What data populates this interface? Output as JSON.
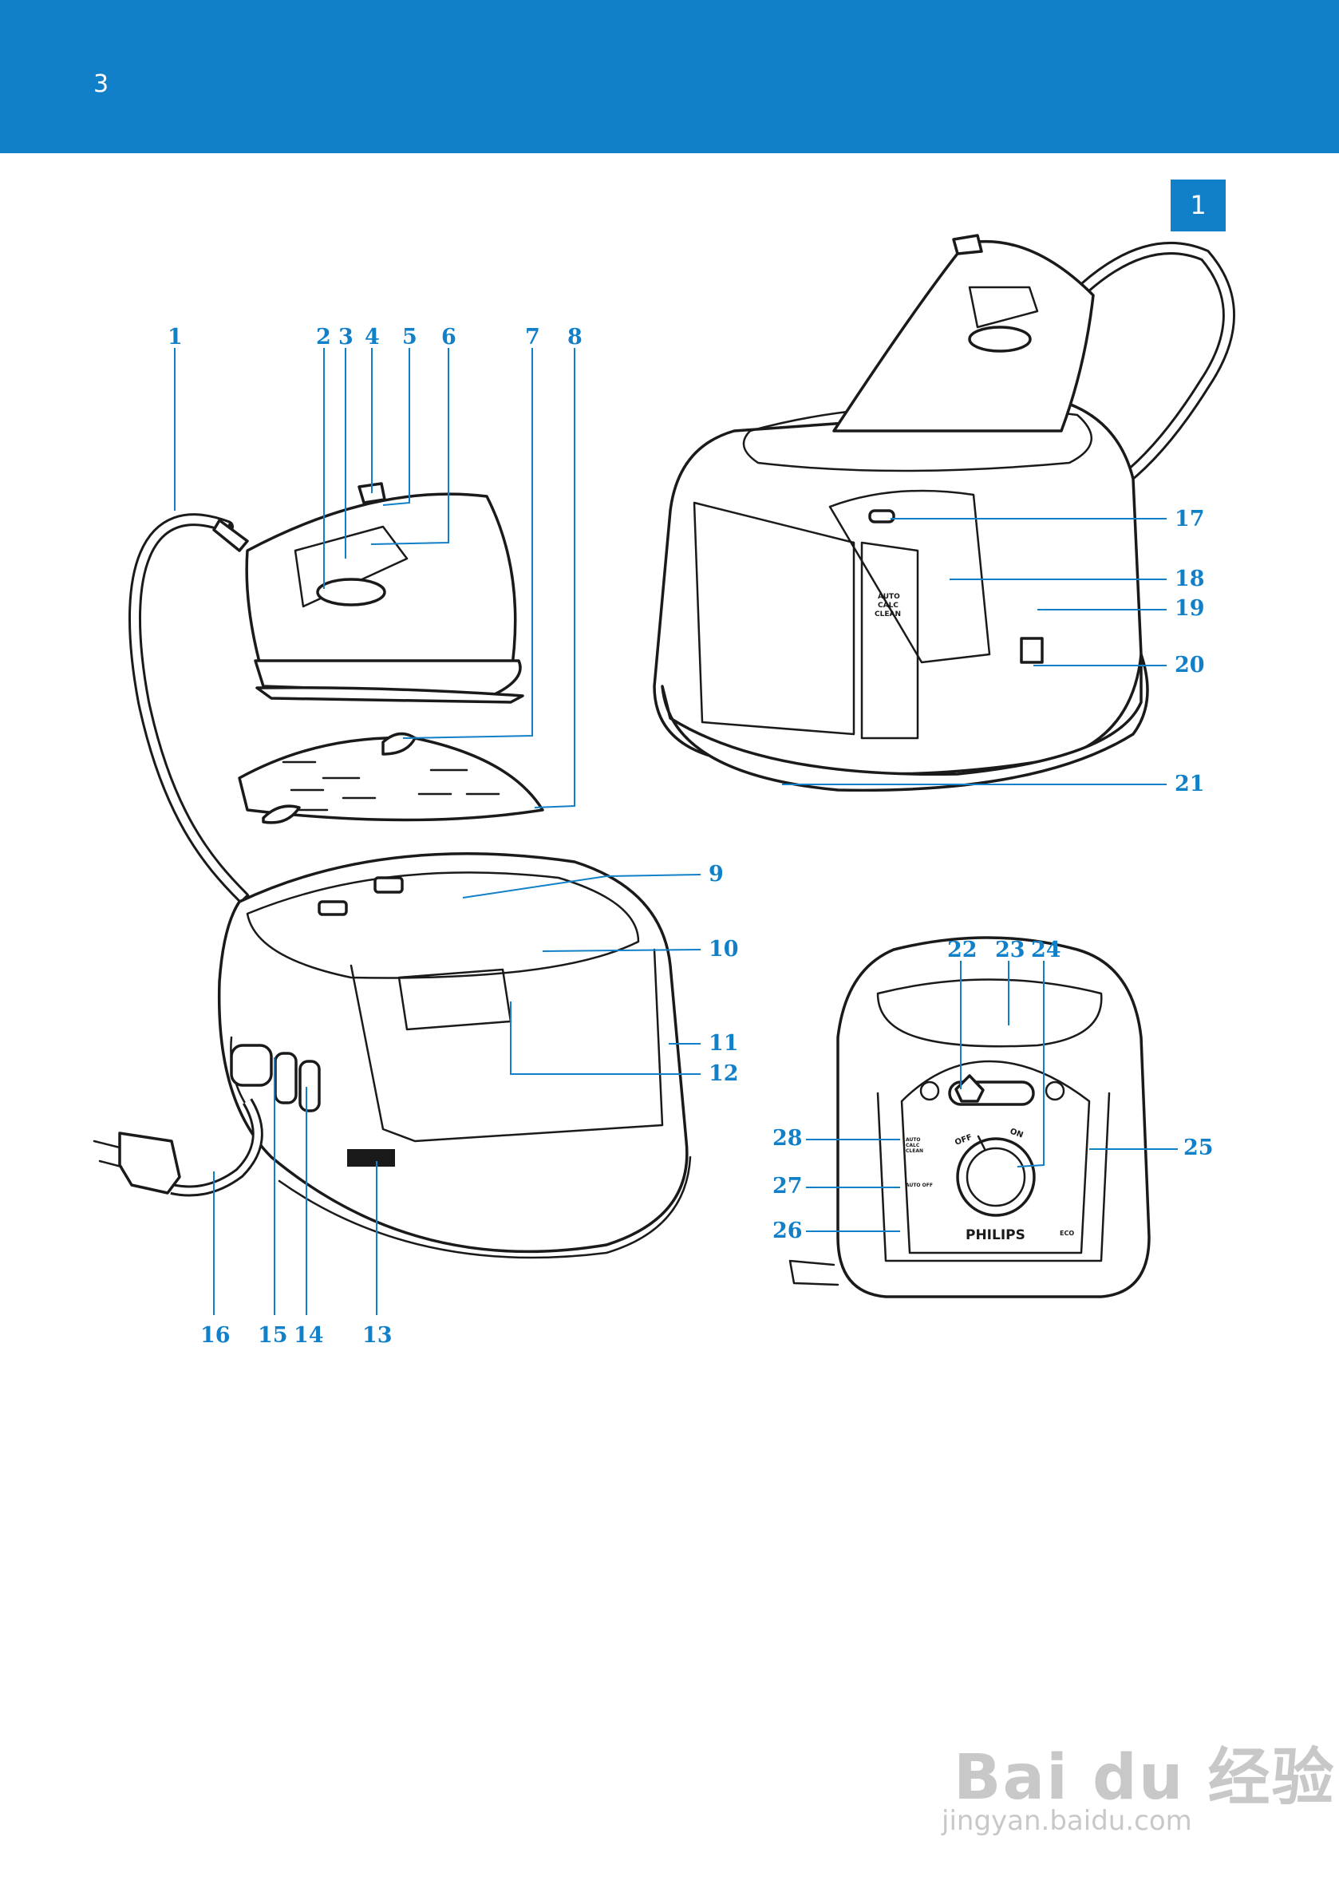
{
  "header": {
    "page_number": "3",
    "color": "#1180c8"
  },
  "figure": {
    "badge": "1"
  },
  "callouts": [
    "1",
    "2",
    "3",
    "4",
    "5",
    "6",
    "7",
    "8",
    "9",
    "10",
    "11",
    "12",
    "13",
    "14",
    "15",
    "16",
    "17",
    "18",
    "19",
    "20",
    "21",
    "22",
    "23",
    "24",
    "25",
    "26",
    "27",
    "28"
  ],
  "device_labels": {
    "auto_calc_clean": [
      "AUTO",
      "CALC",
      "CLEAN"
    ],
    "brand": "PHILIPS",
    "off": "OFF",
    "on": "ON",
    "eco": "ECO",
    "auto_off": "AUTO OFF"
  },
  "watermark": {
    "logo": "Bai du 经验",
    "url": "jingyan.baidu.com"
  }
}
